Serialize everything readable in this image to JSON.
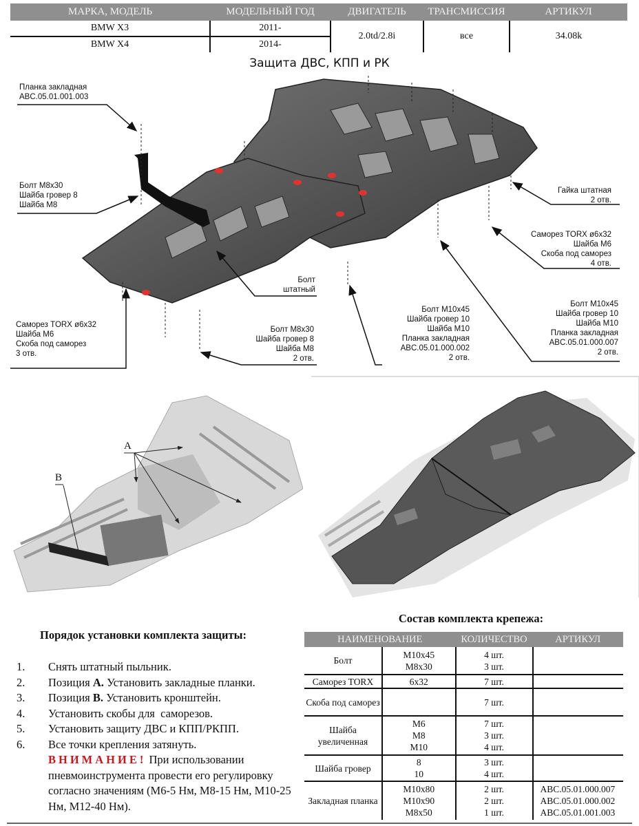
{
  "spec_table": {
    "headers": [
      "МАРКА, МОДЕЛЬ",
      "МОДЕЛЬНЫЙ ГОД",
      "ДВИГАТЕЛЬ",
      "ТРАНСМИССИЯ",
      "АРТИКУЛ"
    ],
    "rows": [
      {
        "model": "BMW X3",
        "year": "2011-"
      },
      {
        "model": "BMW X4",
        "year": "2014-"
      }
    ],
    "engine": "2.0td/2.8i",
    "transmission": "все",
    "article": "34.08k"
  },
  "diagram": {
    "title": "Защита ДВС, КПП и РК",
    "callouts": {
      "plank_top_left": [
        "Планка закладная",
        "ABC.05.01.001.003"
      ],
      "bolt_left": [
        "Болт М8х30",
        "Шайба гровер 8",
        "Шайба М8"
      ],
      "nut_right": [
        "Гайка штатная",
        "2 отв."
      ],
      "screw_right": [
        "Саморез TORX ø6x32",
        "Шайба М6",
        "Скоба под саморез",
        "4 отв."
      ],
      "bolt_standard": [
        "Болт",
        "штатный"
      ],
      "screw_left": [
        "Саморез TORX ø6x32",
        "Шайба М6",
        "Скоба под саморез",
        "3 отв."
      ],
      "bolt_m8_bottom": [
        "Болт М8х30",
        "Шайба гровер 8",
        "Шайба М8",
        "2 отв."
      ],
      "bolt_m10_mid": [
        "Болт М10х45",
        "Шайба гровер 10",
        "Шайба М10",
        "Планка закладная",
        "ABC.05.01.000.002",
        "2 отв."
      ],
      "bolt_m10_right": [
        "Болт М10х45",
        "Шайба гровер 10",
        "Шайба М10",
        "Планка закладная",
        "ABC.05.01.000.007",
        "2 отв."
      ]
    },
    "accent_color": "#e0322f"
  },
  "photos": {
    "left_labels": {
      "a": "A",
      "b": "B"
    }
  },
  "instructions": {
    "title": "Порядок установки комплекта защиты:",
    "steps": [
      {
        "num": "1.",
        "pre": "Снять штатный пыльник.",
        "bold": "",
        "post": ""
      },
      {
        "num": "2.",
        "pre": "Позиция ",
        "bold": "А.",
        "post": " Установить закладные планки."
      },
      {
        "num": "3.",
        "pre": "Позиция ",
        "bold": "В.",
        "post": " Установить кронштейн."
      },
      {
        "num": "4.",
        "pre": "Установить скобы для  саморезов.",
        "bold": "",
        "post": ""
      },
      {
        "num": "5.",
        "pre": "Установить защиту ДВС и КПП/РКПП.",
        "bold": "",
        "post": ""
      },
      {
        "num": "6.",
        "pre": "Все точки крепления затянуть.",
        "bold": "",
        "post": ""
      }
    ],
    "warning_label": "ВНИМАНИЕ!",
    "warning_text": " При использовании пневмоинструмента провести его регулировку согласно значениям (М6-5 Нм, М8-15 Нм, М10-25 Нм, М12-40 Нм).",
    "warning_color": "#c8161d"
  },
  "kit": {
    "title": "Состав комплекта крепежа:",
    "headers": [
      "НАИМЕНОВАНИЕ",
      "КОЛИЧЕСТВО",
      "АРТИКУЛ"
    ],
    "groups": [
      {
        "name": "Болт",
        "sizes": [
          "М10х45",
          "М8х30"
        ],
        "qty": [
          "4 шт.",
          "3 шт."
        ],
        "art": []
      },
      {
        "name": "Саморез TORX",
        "sizes": [
          "6х32"
        ],
        "qty": [
          "7 шт."
        ],
        "art": []
      },
      {
        "name": "Скоба под саморез",
        "sizes": [],
        "qty": [
          "7 шт."
        ],
        "art": []
      },
      {
        "name": "Шайба увеличенная",
        "sizes": [
          "М6",
          "М8",
          "М10"
        ],
        "qty": [
          "7 шт.",
          "3 шт.",
          "4 шт."
        ],
        "art": []
      },
      {
        "name": "Шайба гровер",
        "sizes": [
          "8",
          "10"
        ],
        "qty": [
          "3 шт.",
          "4 шт."
        ],
        "art": []
      },
      {
        "name": "Закладная планка",
        "sizes": [
          "М10х80",
          "М10х90",
          "М8х50"
        ],
        "qty": [
          "2 шт.",
          "2 шт.",
          "1 шт."
        ],
        "art": [
          "ABC.05.01.000.007",
          "ABC.05.01.000.002",
          "ABC.05.01.001.003"
        ]
      }
    ]
  }
}
